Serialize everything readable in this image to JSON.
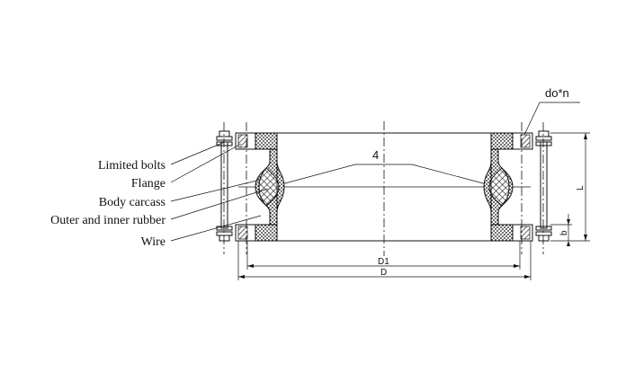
{
  "labels": {
    "limited_bolts": "Limited bolts",
    "flange": "Flange",
    "body_carcass": "Body carcass",
    "outer_inner_rubber": "Outer and inner rubber",
    "wire": "Wire"
  },
  "dimensions": {
    "bolt_holes": "do*n",
    "center_mark": "4",
    "d1": "D1",
    "d": "D",
    "length": "L",
    "thickness": "b"
  },
  "colors": {
    "line": "#111111",
    "background": "#ffffff",
    "rubber_fill": "#333333"
  }
}
